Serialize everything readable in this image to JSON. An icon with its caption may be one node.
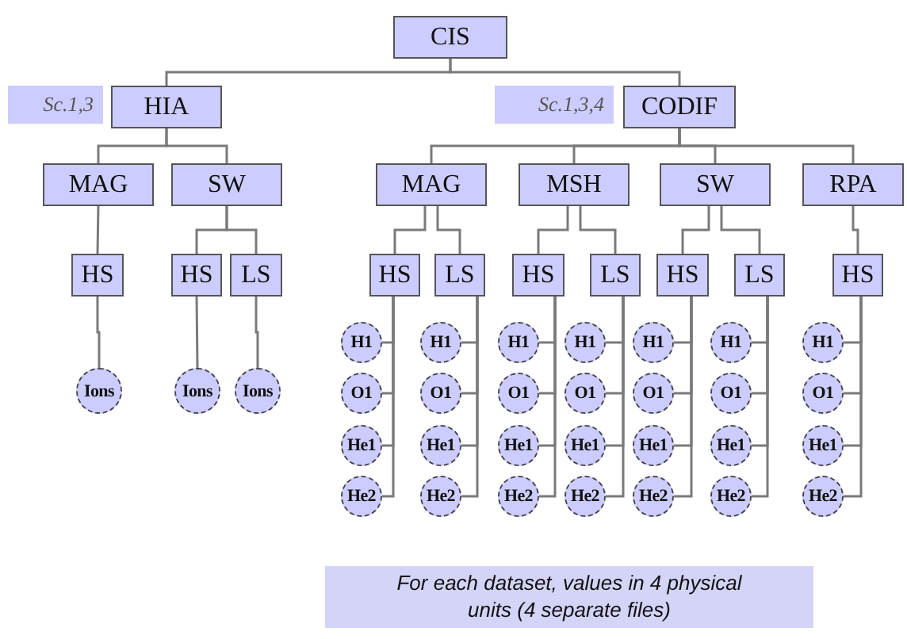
{
  "diagram": {
    "nodes": [
      {
        "text": [
          "CIS"
        ]
      },
      {
        "text": [
          "Sc.1,3"
        ]
      },
      {
        "text": [
          "HIA"
        ]
      },
      {
        "text": [
          "Sc.1,3,4"
        ]
      },
      {
        "text": [
          "CODIF"
        ]
      },
      {
        "text": [
          "MAG"
        ]
      },
      {
        "text": [
          "SW"
        ]
      },
      {
        "text": [
          "MAG"
        ]
      },
      {
        "text": [
          "MSH"
        ]
      },
      {
        "text": [
          "SW"
        ]
      },
      {
        "text": [
          "RPA"
        ]
      },
      {
        "text": [
          "HS"
        ]
      },
      {
        "text": [
          "HS"
        ]
      },
      {
        "text": [
          "LS"
        ]
      },
      {
        "text": [
          "HS"
        ]
      },
      {
        "text": [
          "LS"
        ]
      },
      {
        "text": [
          "HS"
        ]
      },
      {
        "text": [
          "LS"
        ]
      },
      {
        "text": [
          "HS"
        ]
      },
      {
        "text": [
          "LS"
        ]
      },
      {
        "text": [
          "HS"
        ]
      },
      {
        "text": [
          "Ions"
        ]
      },
      {
        "text": [
          "Ions"
        ]
      },
      {
        "text": [
          "Ions"
        ]
      },
      {
        "text": [
          "H1"
        ]
      },
      {
        "text": [
          "O1"
        ]
      },
      {
        "text": [
          "He1"
        ]
      },
      {
        "text": [
          "He2"
        ]
      },
      {
        "text": [
          "H1"
        ]
      },
      {
        "text": [
          "O1"
        ]
      },
      {
        "text": [
          "He1"
        ]
      },
      {
        "text": [
          "He2"
        ]
      },
      {
        "text": [
          "H1"
        ]
      },
      {
        "text": [
          "O1"
        ]
      },
      {
        "text": [
          "He1"
        ]
      },
      {
        "text": [
          "He2"
        ]
      },
      {
        "text": [
          "H1"
        ]
      },
      {
        "text": [
          "O1"
        ]
      },
      {
        "text": [
          "He1"
        ]
      },
      {
        "text": [
          "He2"
        ]
      },
      {
        "text": [
          "H1"
        ]
      },
      {
        "text": [
          "O1"
        ]
      },
      {
        "text": [
          "He1"
        ]
      },
      {
        "text": [
          "He2"
        ]
      },
      {
        "text": [
          "H1"
        ]
      },
      {
        "text": [
          "O1"
        ]
      },
      {
        "text": [
          "He1"
        ]
      },
      {
        "text": [
          "He2"
        ]
      },
      {
        "text": [
          "H1"
        ]
      },
      {
        "text": [
          "O1"
        ]
      },
      {
        "text": [
          "He1"
        ]
      },
      {
        "text": [
          "He2"
        ]
      },
      {
        "text": [
          "For each dataset, values in 4 physical units (4 separate files)"
        ]
      }
    ],
    "edges": [
      {
        "from": 0,
        "to": 2,
        "arrow": "none"
      },
      {
        "from": 0,
        "to": 4,
        "arrow": "none"
      },
      {
        "from": 2,
        "to": 5,
        "arrow": "none"
      },
      {
        "from": 2,
        "to": 6,
        "arrow": "none"
      },
      {
        "from": 4,
        "to": 7,
        "arrow": "none"
      },
      {
        "from": 4,
        "to": 8,
        "arrow": "none"
      },
      {
        "from": 4,
        "to": 9,
        "arrow": "none"
      },
      {
        "from": 4,
        "to": 10,
        "arrow": "none"
      },
      {
        "from": 5,
        "to": 11,
        "arrow": "none"
      },
      {
        "from": 6,
        "to": 12,
        "arrow": "none"
      },
      {
        "from": 6,
        "to": 13,
        "arrow": "none"
      },
      {
        "from": 7,
        "to": 14,
        "arrow": "none"
      },
      {
        "from": 7,
        "to": 15,
        "arrow": "none"
      },
      {
        "from": 8,
        "to": 16,
        "arrow": "none"
      },
      {
        "from": 8,
        "to": 17,
        "arrow": "none"
      },
      {
        "from": 9,
        "to": 18,
        "arrow": "none"
      },
      {
        "from": 9,
        "to": 19,
        "arrow": "none"
      },
      {
        "from": 10,
        "to": 20,
        "arrow": "none"
      },
      {
        "from": 11,
        "to": 21,
        "arrow": "none"
      },
      {
        "from": 12,
        "to": 22,
        "arrow": "none"
      },
      {
        "from": 13,
        "to": 23,
        "arrow": "none"
      },
      {
        "from": 14,
        "to": 24,
        "arrow": "none"
      },
      {
        "from": 14,
        "to": 25,
        "arrow": "none"
      },
      {
        "from": 14,
        "to": 26,
        "arrow": "none"
      },
      {
        "from": 14,
        "to": 27,
        "arrow": "none"
      },
      {
        "from": 15,
        "to": 28,
        "arrow": "none"
      },
      {
        "from": 15,
        "to": 29,
        "arrow": "none"
      },
      {
        "from": 15,
        "to": 30,
        "arrow": "none"
      },
      {
        "from": 15,
        "to": 31,
        "arrow": "none"
      },
      {
        "from": 16,
        "to": 32,
        "arrow": "none"
      },
      {
        "from": 16,
        "to": 33,
        "arrow": "none"
      },
      {
        "from": 16,
        "to": 34,
        "arrow": "none"
      },
      {
        "from": 16,
        "to": 35,
        "arrow": "none"
      },
      {
        "from": 17,
        "to": 36,
        "arrow": "none"
      },
      {
        "from": 17,
        "to": 37,
        "arrow": "none"
      },
      {
        "from": 17,
        "to": 38,
        "arrow": "none"
      },
      {
        "from": 17,
        "to": 39,
        "arrow": "none"
      },
      {
        "from": 18,
        "to": 40,
        "arrow": "none"
      },
      {
        "from": 18,
        "to": 41,
        "arrow": "none"
      },
      {
        "from": 18,
        "to": 42,
        "arrow": "none"
      },
      {
        "from": 18,
        "to": 43,
        "arrow": "none"
      },
      {
        "from": 19,
        "to": 44,
        "arrow": "none"
      },
      {
        "from": 19,
        "to": 45,
        "arrow": "none"
      },
      {
        "from": 19,
        "to": 46,
        "arrow": "none"
      },
      {
        "from": 19,
        "to": 47,
        "arrow": "none"
      },
      {
        "from": 20,
        "to": 48,
        "arrow": "none"
      },
      {
        "from": 20,
        "to": 49,
        "arrow": "none"
      },
      {
        "from": 20,
        "to": 50,
        "arrow": "none"
      },
      {
        "from": 20,
        "to": 51,
        "arrow": "none"
      }
    ]
  }
}
